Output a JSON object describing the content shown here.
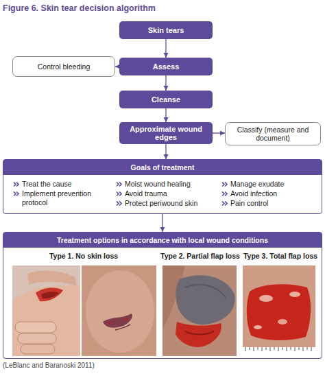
{
  "diagram": {
    "title": "Figure 6. Skin tear decision algorithm",
    "caption": "(LeBlanc and Baranoski 2011)",
    "nodes": [
      {
        "text": [
          "Skin tears"
        ]
      },
      {
        "text": [
          "Control bleeding"
        ]
      },
      {
        "text": [
          "Assess"
        ]
      },
      {
        "text": [
          "Cleanse"
        ]
      },
      {
        "text": [
          "Approximate wound edges"
        ]
      },
      {
        "text": [
          "Classify (measure and document)"
        ]
      },
      {
        "text": [
          "Goals of treatment",
          "Treat the cause",
          "Implement prevention protocol",
          "Moist wound healing",
          "Avoid trauma",
          "Protect periwound skin",
          "Manage exudate",
          "Avoid infection",
          "Pain control"
        ]
      },
      {
        "text": [
          "Treatment options in accordance with local wound conditions",
          "Type 1. No skin loss",
          "Type 2. Partial flap loss",
          "Type 3. Total flap loss"
        ]
      }
    ],
    "edges": [
      {
        "from": 0,
        "to": 2,
        "arrow": "to"
      },
      {
        "from": 2,
        "to": 1,
        "arrow": "to"
      },
      {
        "from": 2,
        "to": 3,
        "arrow": "to"
      },
      {
        "from": 3,
        "to": 4,
        "arrow": "to"
      },
      {
        "from": 4,
        "to": 5,
        "arrow": "to"
      },
      {
        "from": 4,
        "to": 6,
        "arrow": "to"
      },
      {
        "from": 6,
        "to": 7,
        "arrow": "to"
      }
    ]
  }
}
